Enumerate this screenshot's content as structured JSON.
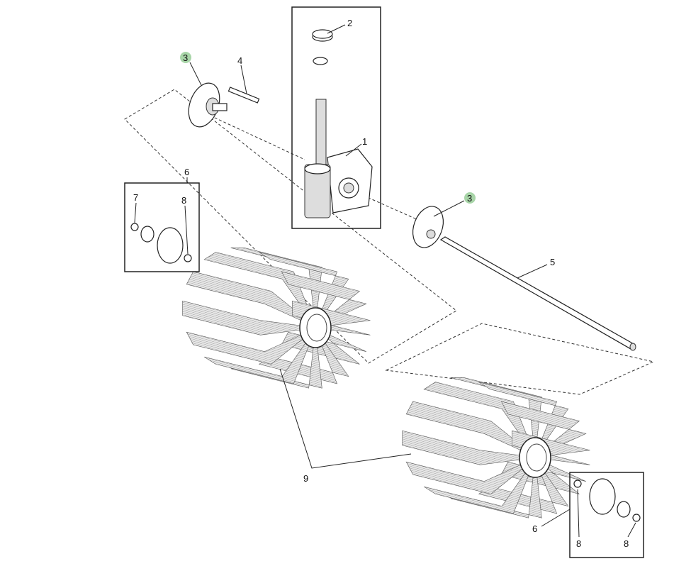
{
  "diagram": {
    "highlight_color": "#a8d5a8",
    "callouts": [
      {
        "id": "c1",
        "label": "1",
        "highlighted": false
      },
      {
        "id": "c2",
        "label": "2",
        "highlighted": false
      },
      {
        "id": "c3a",
        "label": "3",
        "highlighted": true
      },
      {
        "id": "c3b",
        "label": "3",
        "highlighted": true
      },
      {
        "id": "c4",
        "label": "4",
        "highlighted": false
      },
      {
        "id": "c5",
        "label": "5",
        "highlighted": false
      },
      {
        "id": "c6a",
        "label": "6",
        "highlighted": false
      },
      {
        "id": "c6b",
        "label": "6",
        "highlighted": false
      },
      {
        "id": "c7",
        "label": "7",
        "highlighted": false
      },
      {
        "id": "c8a",
        "label": "8",
        "highlighted": false
      },
      {
        "id": "c8b",
        "label": "8",
        "highlighted": false
      },
      {
        "id": "c8c",
        "label": "8",
        "highlighted": false
      },
      {
        "id": "c9",
        "label": "9",
        "highlighted": false
      }
    ]
  }
}
